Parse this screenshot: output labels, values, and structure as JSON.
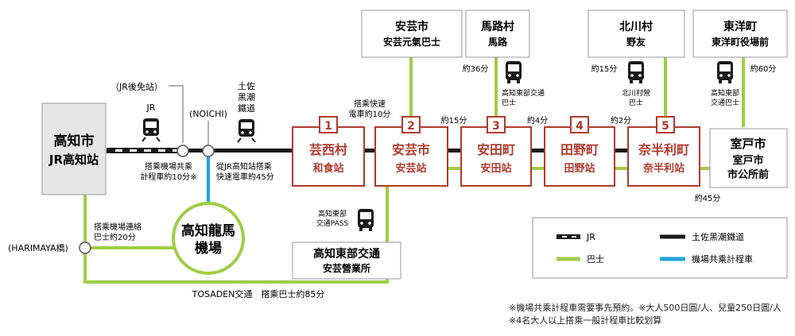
{
  "colors": {
    "station_border": "#b23a2e",
    "station_text": "#b23a2e",
    "bus_line": "#9fcd45",
    "taxi_line": "#1fa4e0",
    "rail_line": "#1a1a1a",
    "gray_fill": "#e6e6e6"
  },
  "left_station": {
    "line1": "高知市",
    "line2": "JR高知站"
  },
  "airport": {
    "line1": "高知龍馬",
    "line2": "機場"
  },
  "jr_gomen": "（JR後免站）",
  "noichi": "(NOICHI)",
  "harimaya": "(HARIMAYA橋)",
  "jr_label": "JR",
  "tosa_label": [
    "土佐",
    "黑潮",
    "鐵道"
  ],
  "airport_taxi_note": [
    "搭乘機場共乘",
    "計程車約10分※"
  ],
  "rapid_note": [
    "從JR高知站搭乘",
    "快速電車約45分"
  ],
  "airport_bus_note": [
    "搭乘機場連絡",
    "巴士約20分"
  ],
  "tosaden_note": "TOSADEN交通　搭乘巴士約85分",
  "rapid_geisei_note": [
    "搭乘快速",
    "電車約10分"
  ],
  "stations": [
    {
      "num": "1",
      "name1": "芸西村",
      "name2": "和食站"
    },
    {
      "num": "2",
      "name1": "安芸市",
      "name2": "安芸站"
    },
    {
      "num": "3",
      "name1": "安田町",
      "name2": "安田站"
    },
    {
      "num": "4",
      "name1": "田野町",
      "name2": "田野站"
    },
    {
      "num": "5",
      "name1": "奈半利町",
      "name2": "奈半利站"
    }
  ],
  "time_labels": [
    "約15分",
    "約4分",
    "約2分"
  ],
  "terminal": {
    "line1": "室戸市",
    "line2": "室戸市",
    "line3": "市公所前"
  },
  "terminal_time": "約45分",
  "destinations": [
    {
      "line1": "安芸市",
      "line2": "安芸元氣巴士"
    },
    {
      "line1": "馬路村",
      "line2": "馬路"
    },
    {
      "line1": "北川村",
      "line2": "野友"
    },
    {
      "line1": "東洋町",
      "line2": "東洋町役場前"
    }
  ],
  "bus_times": [
    "約36分",
    "約15分",
    "約60分"
  ],
  "bus_notes": {
    "umaji": [
      "高知東部交通",
      "巴士"
    ],
    "kitagawa": [
      "北川村營",
      "巴士"
    ],
    "toyo": [
      "高知東部",
      "交通巴士"
    ],
    "pass": [
      "高知東部",
      "交通PASS"
    ]
  },
  "aki_office": {
    "line1": "高知東部交通",
    "line2": "安芸營業所"
  },
  "legend": {
    "jr": "JR",
    "tosa": "土佐黑潮鐵道",
    "bus": "巴士",
    "taxi": "機場共乘計程車"
  },
  "footnotes": [
    "※機場共乘計程車需要事先預約。※大人500日圓/人、兒童250日圓/人",
    "※4名大人以上搭乘一般計程車比較划算"
  ]
}
